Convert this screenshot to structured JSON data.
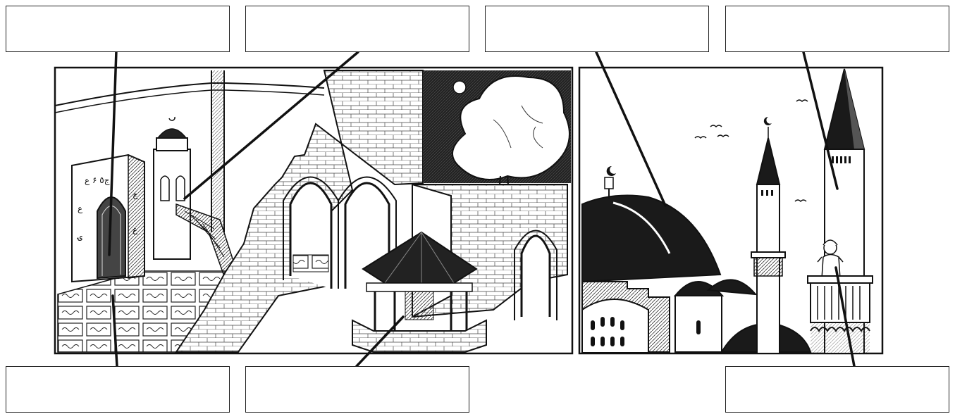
{
  "worksheet": {
    "boxes": [
      {
        "id": "top-1",
        "text": ""
      },
      {
        "id": "top-2",
        "text": ""
      },
      {
        "id": "top-3",
        "text": ""
      },
      {
        "id": "top-4",
        "text": ""
      },
      {
        "id": "bottom-1",
        "text": ""
      },
      {
        "id": "bottom-2",
        "text": ""
      },
      {
        "id": "bottom-4",
        "text": ""
      }
    ]
  },
  "illustration": {
    "left_panel": "mosque-interior-courtyard",
    "right_panel": "mosque-exterior-domes-minarets",
    "icons": [
      "crescent-icon",
      "sun-icon",
      "bird-icon"
    ]
  }
}
